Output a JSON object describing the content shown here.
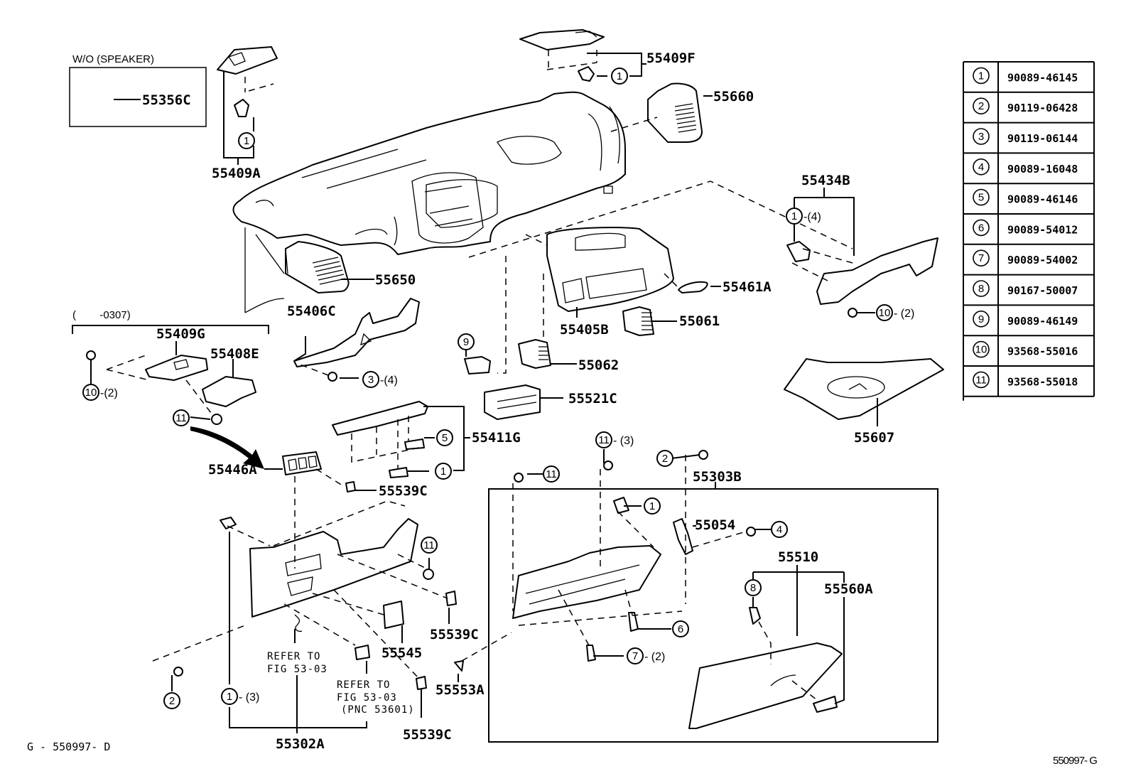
{
  "diagram": {
    "title": "Instrument panel & glove compartment parts",
    "figure_code_left": "G - 550997- D",
    "figure_code_right": "550997- G",
    "notes": {
      "wo_speaker": "W/O (SPEAKER)",
      "date_range": "(        -0307)",
      "refer_fig_1": [
        "REFER TO",
        "FIG 53-03"
      ],
      "refer_fig_2": [
        "REFER TO",
        "FIG 53-03",
        "(PNC 53601)"
      ]
    },
    "part_labels": [
      {
        "id": "55356C",
        "text": "55356C"
      },
      {
        "id": "55409A",
        "text": "55409A"
      },
      {
        "id": "55409F",
        "text": "55409F"
      },
      {
        "id": "55660",
        "text": "55660"
      },
      {
        "id": "55650",
        "text": "55650"
      },
      {
        "id": "55434B",
        "text": "55434B"
      },
      {
        "id": "55461A",
        "text": "55461A"
      },
      {
        "id": "55406C",
        "text": "55406C"
      },
      {
        "id": "55405B",
        "text": "55405B"
      },
      {
        "id": "55061",
        "text": "55061"
      },
      {
        "id": "55062",
        "text": "55062"
      },
      {
        "id": "55409G",
        "text": "55409G"
      },
      {
        "id": "55408E",
        "text": "55408E"
      },
      {
        "id": "55521C",
        "text": "55521C"
      },
      {
        "id": "55411G",
        "text": "55411G"
      },
      {
        "id": "55607",
        "text": "55607"
      },
      {
        "id": "55446A",
        "text": "55446A"
      },
      {
        "id": "55539C-a",
        "text": "55539C"
      },
      {
        "id": "55303B",
        "text": "55303B"
      },
      {
        "id": "55054",
        "text": "55054"
      },
      {
        "id": "55510",
        "text": "55510"
      },
      {
        "id": "55560A",
        "text": "55560A"
      },
      {
        "id": "55539C-b",
        "text": "55539C"
      },
      {
        "id": "55545",
        "text": "55545"
      },
      {
        "id": "55553A",
        "text": "55553A"
      },
      {
        "id": "55539C-c",
        "text": "55539C"
      },
      {
        "id": "55302A",
        "text": "55302A"
      }
    ],
    "callouts": [
      {
        "num": "1",
        "qty": ""
      },
      {
        "num": "1",
        "qty": ""
      },
      {
        "num": "1",
        "qty": "-(4)"
      },
      {
        "num": "10",
        "qty": "- (2)"
      },
      {
        "num": "3",
        "qty": "-(4)"
      },
      {
        "num": "9",
        "qty": ""
      },
      {
        "num": "10",
        "qty": "-(2)"
      },
      {
        "num": "11",
        "qty": ""
      },
      {
        "num": "5",
        "qty": ""
      },
      {
        "num": "1",
        "qty": ""
      },
      {
        "num": "11",
        "qty": "- (3)"
      },
      {
        "num": "2",
        "qty": ""
      },
      {
        "num": "11",
        "qty": ""
      },
      {
        "num": "1",
        "qty": ""
      },
      {
        "num": "4",
        "qty": ""
      },
      {
        "num": "8",
        "qty": ""
      },
      {
        "num": "11",
        "qty": ""
      },
      {
        "num": "6",
        "qty": ""
      },
      {
        "num": "7",
        "qty": "- (2)"
      },
      {
        "num": "2",
        "qty": ""
      },
      {
        "num": "1",
        "qty": "- (3)"
      }
    ],
    "parts_table": [
      {
        "num": "1",
        "part": "90089-46145"
      },
      {
        "num": "2",
        "part": "90119-06428"
      },
      {
        "num": "3",
        "part": "90119-06144"
      },
      {
        "num": "4",
        "part": "90089-16048"
      },
      {
        "num": "5",
        "part": "90089-46146"
      },
      {
        "num": "6",
        "part": "90089-54012"
      },
      {
        "num": "7",
        "part": "90089-54002"
      },
      {
        "num": "8",
        "part": "90167-50007"
      },
      {
        "num": "9",
        "part": "90089-46149"
      },
      {
        "num": "10",
        "part": "93568-55016"
      },
      {
        "num": "11",
        "part": "93568-55018"
      }
    ]
  }
}
